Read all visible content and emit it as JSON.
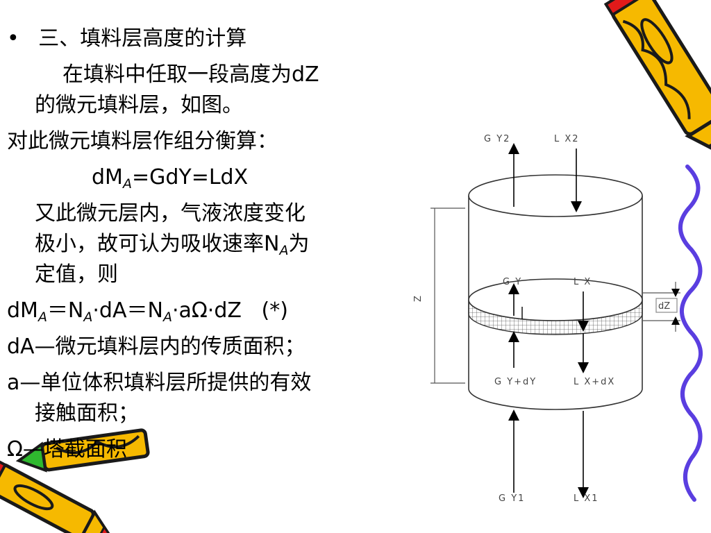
{
  "text": {
    "heading": "三、填料层高度的计算",
    "p1_line1": "在填料中任取一段高度为dZ",
    "p1_line2": "的微元填料层，如图。",
    "p2": "对此微元填料层作组分衡算：",
    "eq1": {
      "a": "dM",
      "sub": "A",
      "b": "=GdY=LdX"
    },
    "p3_line1": "又此微元层内，气液浓度变化",
    "p3_line2": {
      "a": "极小，故可认为吸收速率N",
      "sub": "A",
      "b": "为"
    },
    "p3_line3": "定值，则",
    "eq2": {
      "a": "dM",
      "sub1": "A",
      "b": "＝N",
      "sub2": "A",
      "c": "·dA＝N",
      "sub3": "A",
      "d": "·aΩ·dZ   (*)"
    },
    "def1": "dA—微元填料层内的传质面积；",
    "def2_line1": "a—单位体积填料层所提供的有效",
    "def2_line2": "接触面积；",
    "def3": "Ω—塔截面积"
  },
  "diagram": {
    "top_left": "G  Y2",
    "top_right": "L  X2",
    "mid_left": "G  Y",
    "mid_right": "L  X",
    "low_left": "G  Y+dY",
    "low_right": "L  X+dX",
    "bottom_left": "G  Y1",
    "bottom_right": "L  X1",
    "height_label": "Z",
    "dz_label": "dZ"
  },
  "colors": {
    "pencil_yellow": "#f6b900",
    "pencil_outline": "#1a1a1a",
    "pencil_tip": "#7a48d8",
    "pencil_red": "#e21a1a",
    "pencil_green": "#2fb82f",
    "wavy_line": "#5a3ee0"
  }
}
